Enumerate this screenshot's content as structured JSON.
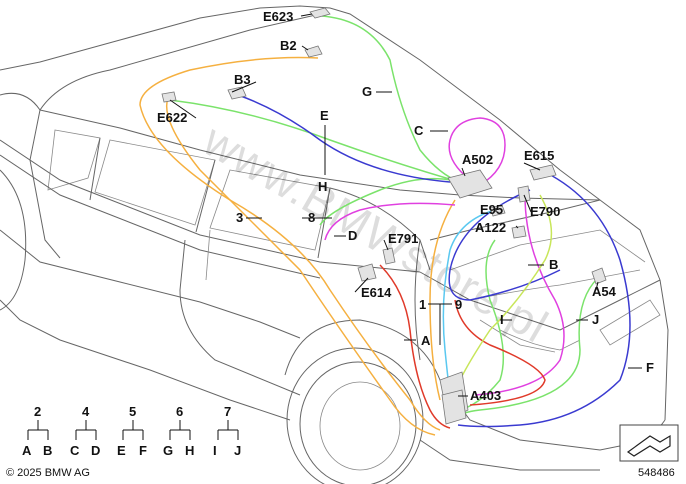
{
  "diagram": {
    "labels": {
      "E623": "E623",
      "B2": "B2",
      "B3": "B3",
      "G": "G",
      "E622": "E622",
      "E": "E",
      "C": "C",
      "H": "H",
      "A502": "A502",
      "E615": "E615",
      "E95": "E95",
      "E790": "E790",
      "A122": "A122",
      "three": "3",
      "eight": "8",
      "D": "D",
      "E791": "E791",
      "B": "B",
      "E614": "E614",
      "A54": "A54",
      "one": "1",
      "nine": "9",
      "I": "I",
      "J": "J",
      "A": "A",
      "F": "F",
      "A403": "A403"
    },
    "legend": [
      {
        "num": "2",
        "left": "A",
        "right": "B"
      },
      {
        "num": "4",
        "left": "C",
        "right": "D"
      },
      {
        "num": "5",
        "left": "E",
        "right": "F"
      },
      {
        "num": "6",
        "left": "G",
        "right": "H"
      },
      {
        "num": "7",
        "left": "I",
        "right": "J"
      }
    ],
    "copyright": "© 2025 BMW AG",
    "part_number": "548486",
    "watermark": "www.BMWstore.pl",
    "wire_colors": {
      "orange": "#f5b040",
      "green": "#7be36b",
      "blue": "#3a3ad0",
      "magenta": "#e040e0",
      "red": "#e03a2a",
      "cyan": "#5ac8f0",
      "yellow_green": "#c8e65a"
    }
  }
}
